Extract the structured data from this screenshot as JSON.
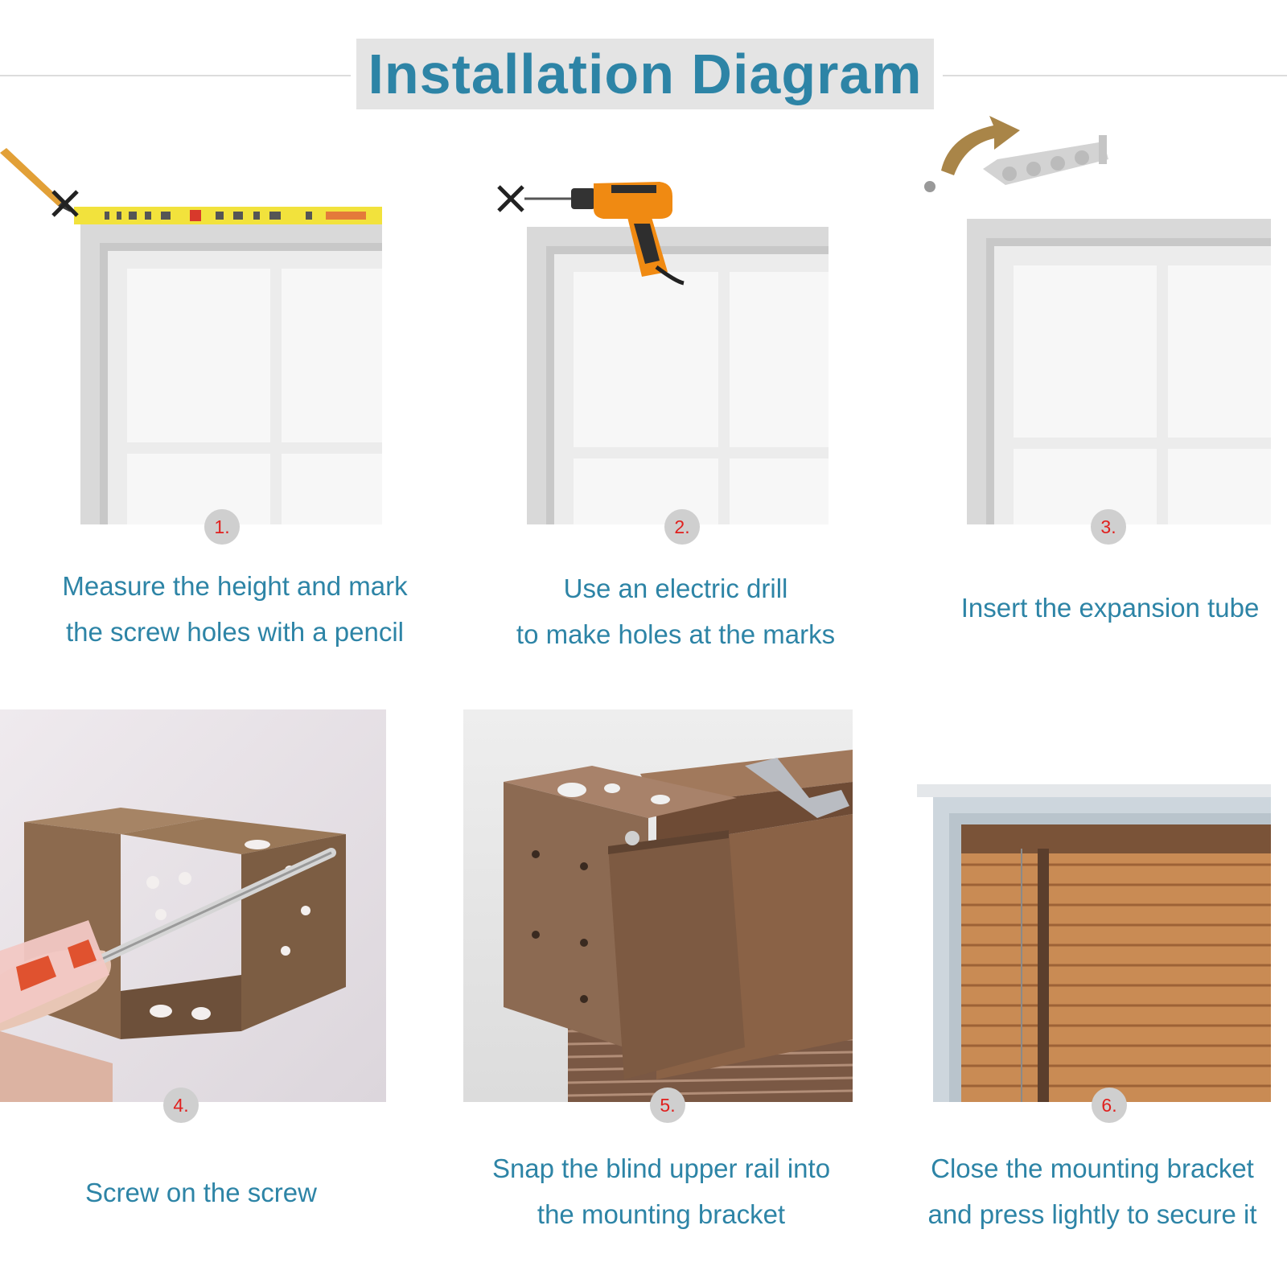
{
  "title": "Installation Diagram",
  "colors": {
    "title_text": "#2d84a6",
    "title_bg": "#e4e4e4",
    "caption_text": "#2d84a6",
    "badge_bg": "#cfcfcf",
    "badge_text": "#e0201e",
    "bracket_brown": "#8c6a4e",
    "drill_orange": "#f08a12",
    "tape_yellow": "#f2e23c"
  },
  "steps": [
    {
      "number": "1.",
      "lines": [
        "Measure the height and mark",
        "the screw holes with a pencil"
      ],
      "icon": "window-frame-with-tape-measure-and-pencil"
    },
    {
      "number": "2.",
      "lines": [
        "Use an electric drill",
        "to make holes at the marks"
      ],
      "icon": "window-frame-with-electric-drill"
    },
    {
      "number": "3.",
      "lines": [
        "Insert the expansion tube"
      ],
      "icon": "window-frame-with-expansion-tube"
    },
    {
      "number": "4.",
      "lines": [
        "Screw on the screw"
      ],
      "icon": "screwdriver-on-mounting-bracket"
    },
    {
      "number": "5.",
      "lines": [
        "Snap the blind upper rail into",
        "the mounting bracket"
      ],
      "icon": "rail-snapped-into-bracket"
    },
    {
      "number": "6.",
      "lines": [
        "Close the mounting bracket",
        "and press lightly to secure it"
      ],
      "icon": "installed-wood-blind"
    }
  ]
}
